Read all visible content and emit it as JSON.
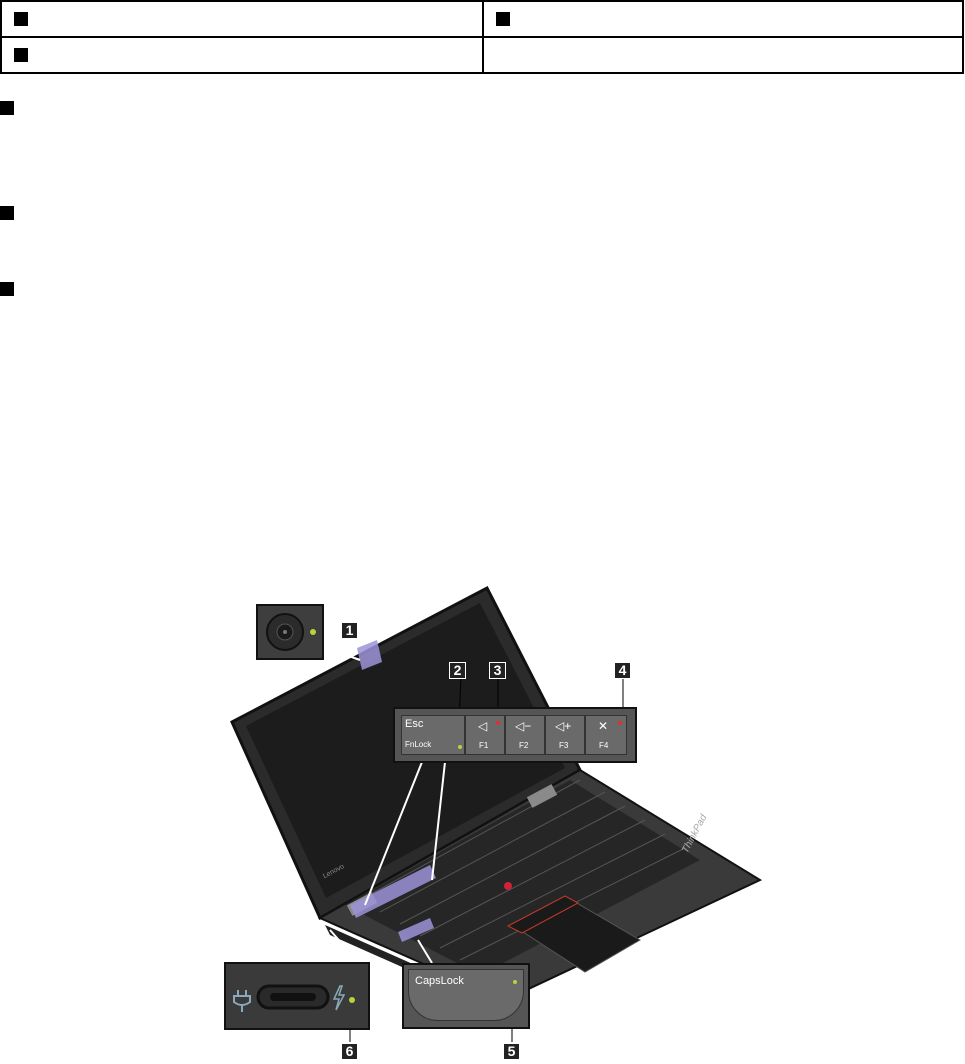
{
  "legend": {
    "rows": [
      {
        "left": "",
        "right": ""
      },
      {
        "left": "",
        "right": ""
      }
    ]
  },
  "figure": {
    "keys": {
      "esc": "Esc",
      "fnlock": "FnLock",
      "f1": "F1",
      "f2": "F2",
      "f3": "F3",
      "f4": "F4",
      "capslock": "CapsLock"
    },
    "brand": "ThinkPad",
    "lenovo": "Lenovo",
    "callouts": [
      "1",
      "2",
      "3",
      "4",
      "5",
      "6"
    ]
  }
}
